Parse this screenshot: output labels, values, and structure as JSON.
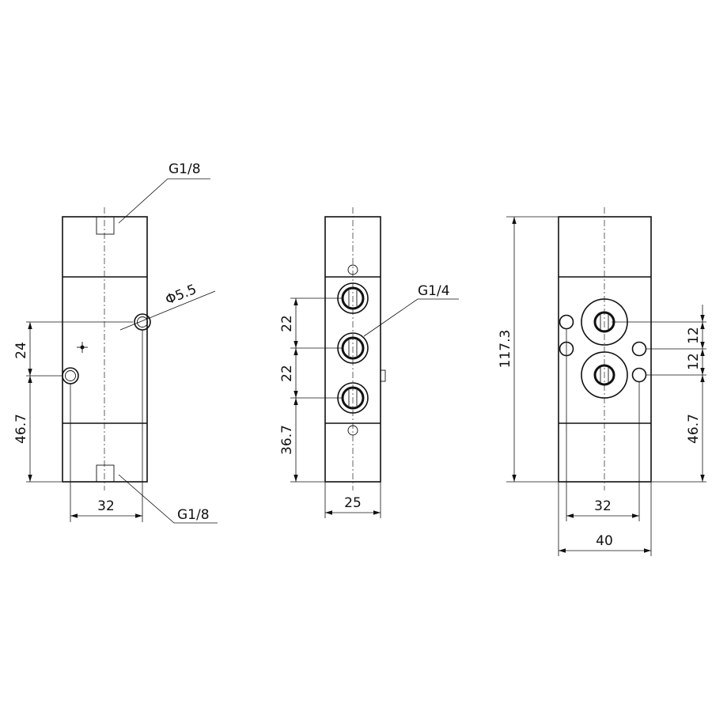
{
  "drawing": {
    "left_view": {
      "port_top": "G1/8",
      "port_bottom": "G1/8",
      "hole_dia": "Φ5.5",
      "dim_24": "24",
      "dim_46_7": "46.7",
      "dim_32": "32"
    },
    "middle_view": {
      "port": "G1/4",
      "dim_22_a": "22",
      "dim_22_b": "22",
      "dim_36_7": "36.7",
      "dim_25": "25"
    },
    "right_view": {
      "dim_117_3": "117.3",
      "dim_12_a": "12",
      "dim_12_b": "12",
      "dim_46_7": "46.7",
      "dim_32": "32",
      "dim_40": "40"
    }
  }
}
